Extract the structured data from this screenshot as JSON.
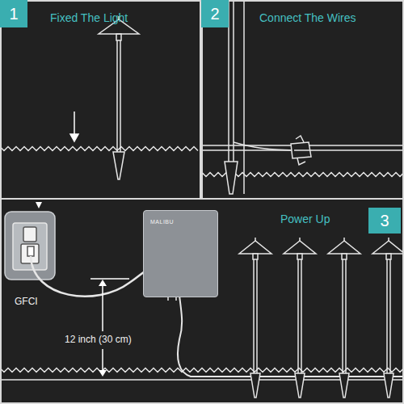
{
  "diagram": {
    "nodes": [
      {
        "text": [
          "Fixed The Light"
        ]
      },
      {
        "text": [
          "1"
        ],
        "in": 0
      },
      {
        "text": [
          "Connect The Wires"
        ]
      },
      {
        "text": [
          "2"
        ],
        "in": 2
      },
      {
        "text": [
          "Power Up"
        ]
      },
      {
        "text": [
          "3"
        ],
        "in": 4
      },
      {
        "text": [
          "MALIBU"
        ],
        "in": 4
      }
    ],
    "labels": [
      "GFCI",
      "12 inch (30 cm)"
    ]
  }
}
